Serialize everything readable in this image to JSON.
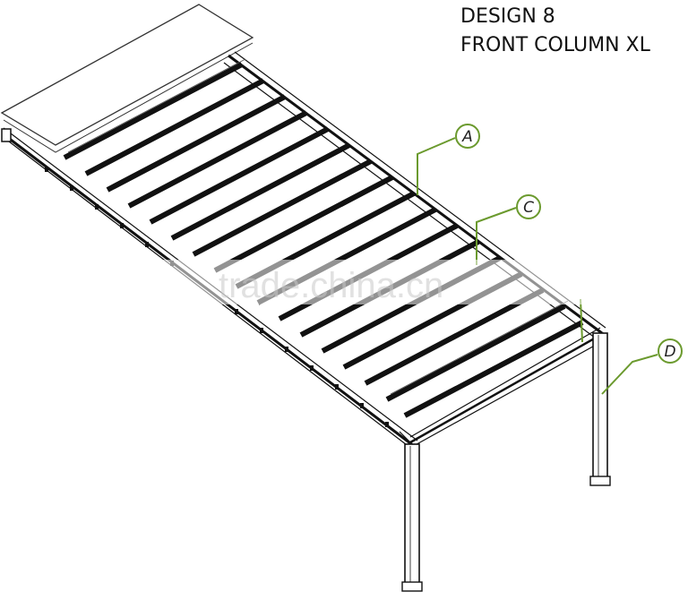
{
  "title": {
    "line1": "DESIGN 8",
    "line2": "FRONT COLUMN XL"
  },
  "callouts": [
    {
      "label": "A"
    },
    {
      "label": "C"
    },
    {
      "label": "D"
    }
  ],
  "watermark": "trade.china.cn",
  "colors": {
    "line": "#111111",
    "callout": "#6b9a2e",
    "watermark": "#c9c9c9"
  }
}
